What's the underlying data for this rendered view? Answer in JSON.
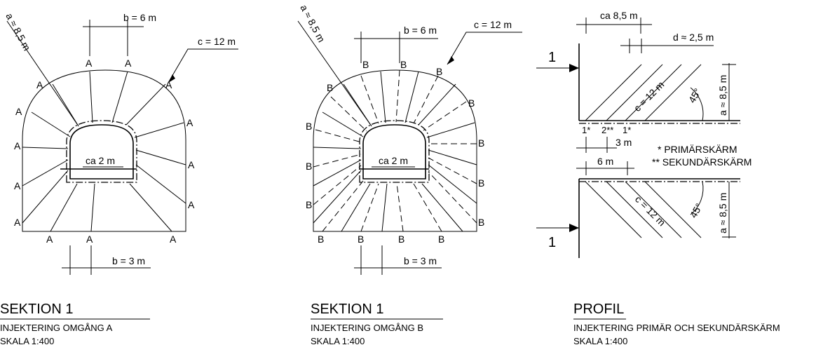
{
  "panels": [
    {
      "title": "SEKTION 1",
      "subtitle": "INJEKTERING OMGÅNG A",
      "scale": "SKALA 1:400",
      "dim_a": "a ≈ 8,5 m",
      "dim_b_top": "b = 6 m",
      "dim_c": "c = 12 m",
      "dim_b_bottom": "b = 3 m",
      "dim_inner": "ca 2 m",
      "marker": "A"
    },
    {
      "title": "SEKTION 1",
      "subtitle": "INJEKTERING OMGÅNG B",
      "scale": "SKALA 1:400",
      "dim_a": "a ≈ 8,5 m",
      "dim_b_top": "b = 6 m",
      "dim_c": "c = 12 m",
      "dim_b_bottom": "b = 3 m",
      "dim_inner": "ca 2 m",
      "marker": "B"
    },
    {
      "title": "PROFIL",
      "subtitle": "INJEKTERING  PRIMÄR OCH SEKUNDÄRSKÄRM",
      "scale": "SKALA 1:400",
      "dim_top": "ca 8,5 m",
      "dim_d": "d ≈ 2,5 m",
      "dim_c_upper": "c = 12 m",
      "dim_c_lower": "c = 12 m",
      "dim_a_upper": "a ≈ 8,5 m",
      "dim_a_lower": "a ≈ 8,5 m",
      "angle_upper": "45°",
      "angle_lower": "45°",
      "marks": [
        "1*",
        "2**",
        "1*"
      ],
      "dim_3m": "3 m",
      "dim_6m": "6 m",
      "section_marker": "1",
      "legend": [
        "* PRIMÄRSKÄRM",
        "** SEKUNDÄRSKÄRM"
      ]
    }
  ]
}
